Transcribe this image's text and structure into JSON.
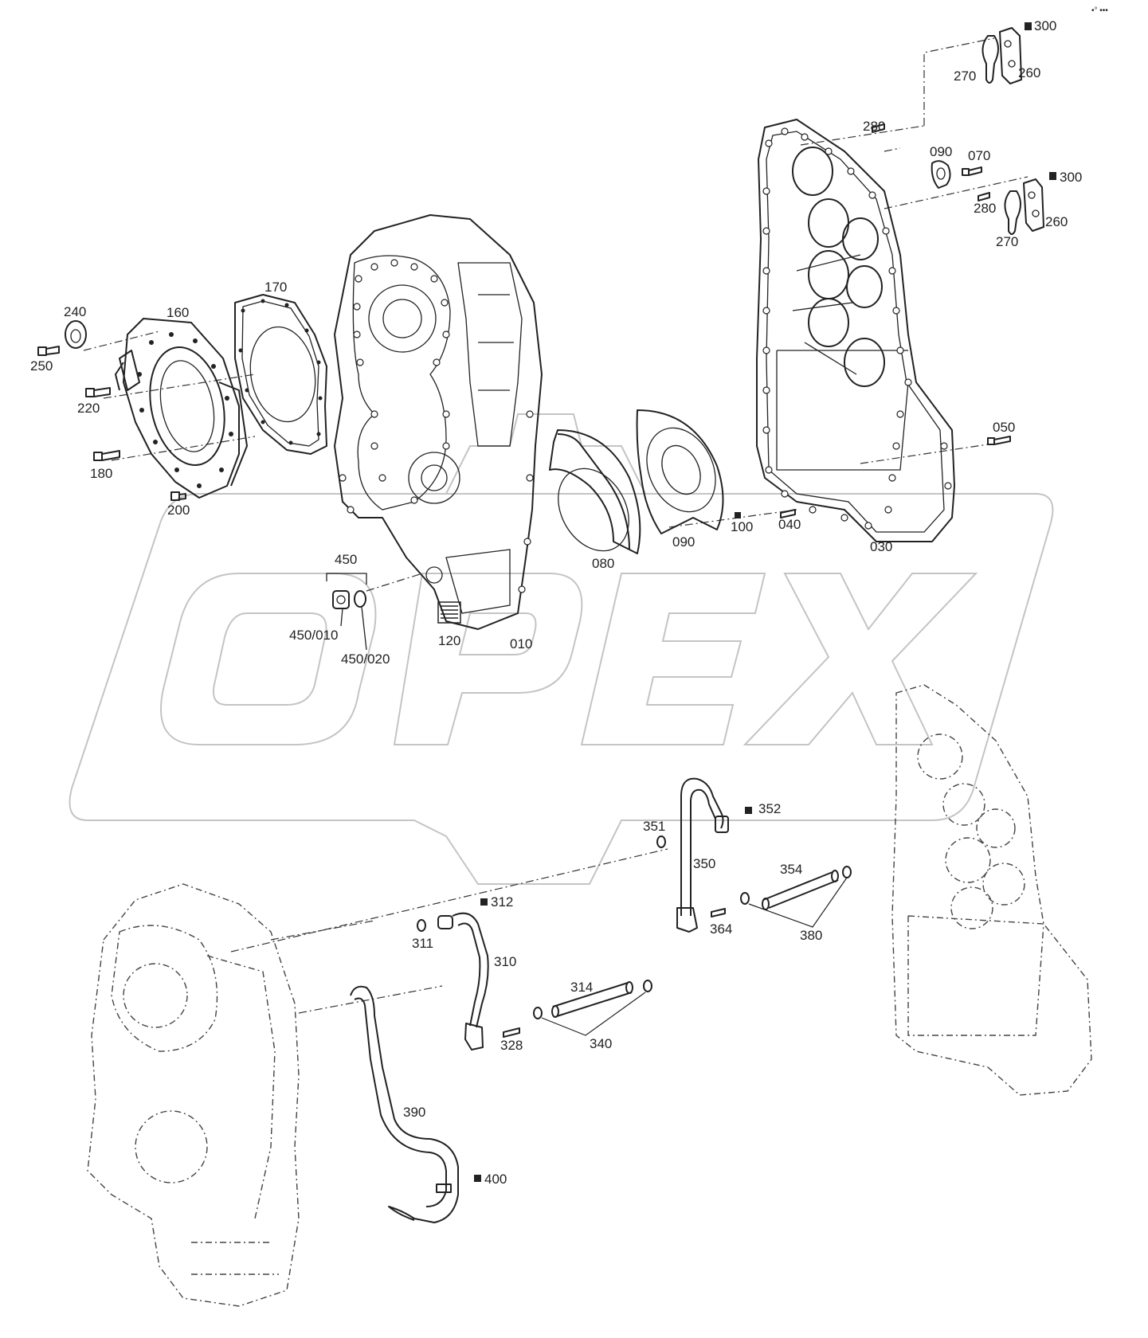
{
  "corner_mark": "•° •••",
  "watermark": "OPEX",
  "labels": {
    "l300a": "300",
    "l260a": "260",
    "l270a": "270",
    "l280a": "280",
    "l090a": "090",
    "l070": "070",
    "l300b": "300",
    "l280b": "280",
    "l260b": "260",
    "l270b": "270",
    "l050": "050",
    "l030": "030",
    "l040": "040",
    "l100": "100",
    "l090b": "090",
    "l080": "080",
    "l170": "170",
    "l160": "160",
    "l240": "240",
    "l250": "250",
    "l220": "220",
    "l180": "180",
    "l200": "200",
    "l450": "450",
    "l450_010": "450/010",
    "l450_020": "450/020",
    "l120": "120",
    "l010": "010",
    "l351": "351",
    "l352": "352",
    "l350": "350",
    "l354": "354",
    "l364": "364",
    "l380": "380",
    "l312": "312",
    "l311": "311",
    "l310": "310",
    "l314": "314",
    "l328": "328",
    "l340": "340",
    "l390": "390",
    "l400": "400"
  }
}
